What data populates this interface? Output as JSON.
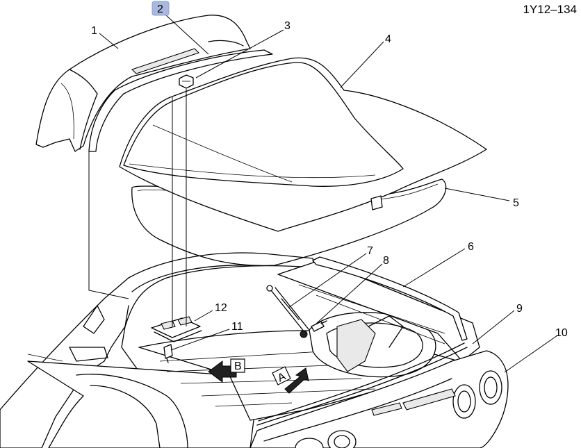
{
  "figure_id": "1Y12–134",
  "highlight_color": "#aab8e0",
  "callouts": [
    {
      "id": "c1",
      "text": "1"
    },
    {
      "id": "c2",
      "text": "2",
      "highlighted": true
    },
    {
      "id": "c3",
      "text": "3"
    },
    {
      "id": "c4",
      "text": "4"
    },
    {
      "id": "c5",
      "text": "5"
    },
    {
      "id": "c6",
      "text": "6"
    },
    {
      "id": "c7",
      "text": "7"
    },
    {
      "id": "c8",
      "text": "8"
    },
    {
      "id": "c9",
      "text": "9"
    },
    {
      "id": "c10",
      "text": "10"
    },
    {
      "id": "c11",
      "text": "11"
    },
    {
      "id": "c12",
      "text": "12"
    }
  ],
  "view_arrows": [
    {
      "id": "view-a",
      "text": "A"
    },
    {
      "id": "view-b",
      "text": "B"
    }
  ]
}
